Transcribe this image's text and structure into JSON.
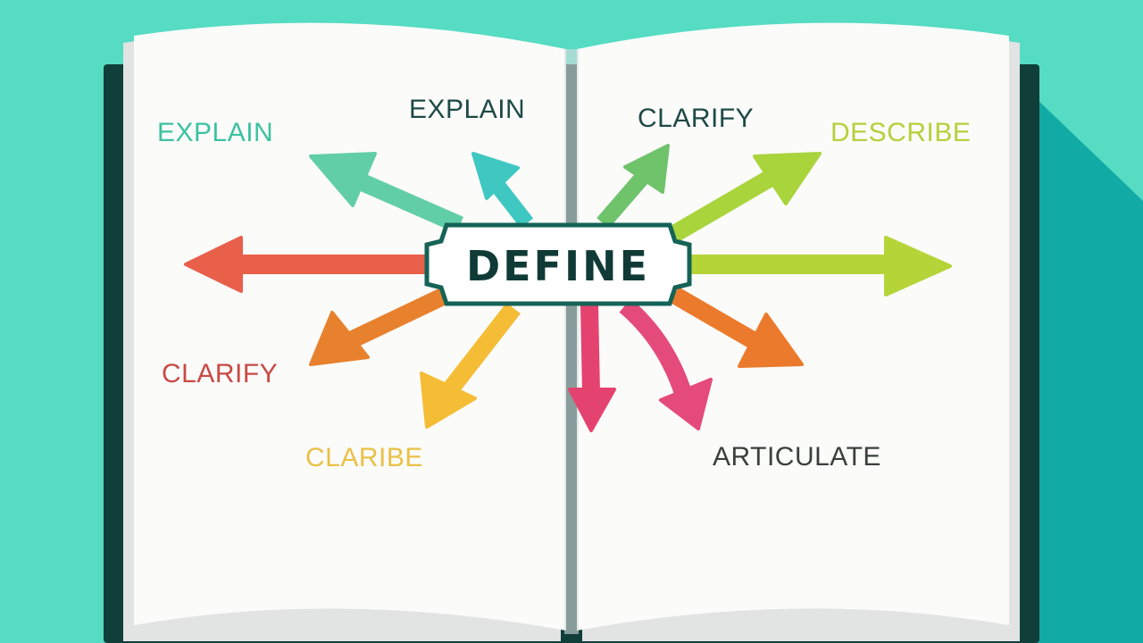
{
  "colors": {
    "background": "#55dcc3",
    "shadow": "#12aaa4",
    "cover": "#103f3a",
    "page": "#fbfbfa",
    "page_edge": "#e2e3e3",
    "center_border": "#146356",
    "center_text": "#0f3a35"
  },
  "center": {
    "label": "DEFINE"
  },
  "words": {
    "explain_left": "EXPLAIN",
    "explain_top": "EXPLAIN",
    "clarify_top": "CLARIFY",
    "describe": "DESCRIBE",
    "clarify_left": "CLARIFY",
    "claribe": "CLARIBE",
    "articulate": "ARTICULATE"
  },
  "arrows": [
    {
      "name": "arrow-left",
      "color": "#e8604a"
    },
    {
      "name": "arrow-upper-left",
      "color": "#62cea8"
    },
    {
      "name": "arrow-up-left",
      "color": "#3fc8c2"
    },
    {
      "name": "arrow-up-right",
      "color": "#6fc36b"
    },
    {
      "name": "arrow-upper-right",
      "color": "#a9d43c"
    },
    {
      "name": "arrow-right",
      "color": "#b5d438"
    },
    {
      "name": "arrow-lower-left",
      "color": "#e8812e"
    },
    {
      "name": "arrow-down-left",
      "color": "#f5bd35"
    },
    {
      "name": "arrow-down-center",
      "color": "#e5436f"
    },
    {
      "name": "arrow-down-right",
      "color": "#e44a7a"
    },
    {
      "name": "arrow-lower-right",
      "color": "#ec7a2c"
    }
  ],
  "word_colors": {
    "explain_left": "#3cc2a0",
    "explain_top": "#1d4a45",
    "clarify_top": "#1d4a45",
    "describe": "#b8cf3a",
    "clarify_left": "#c94a45",
    "claribe": "#e9c146",
    "articulate": "#3b3f3e"
  }
}
